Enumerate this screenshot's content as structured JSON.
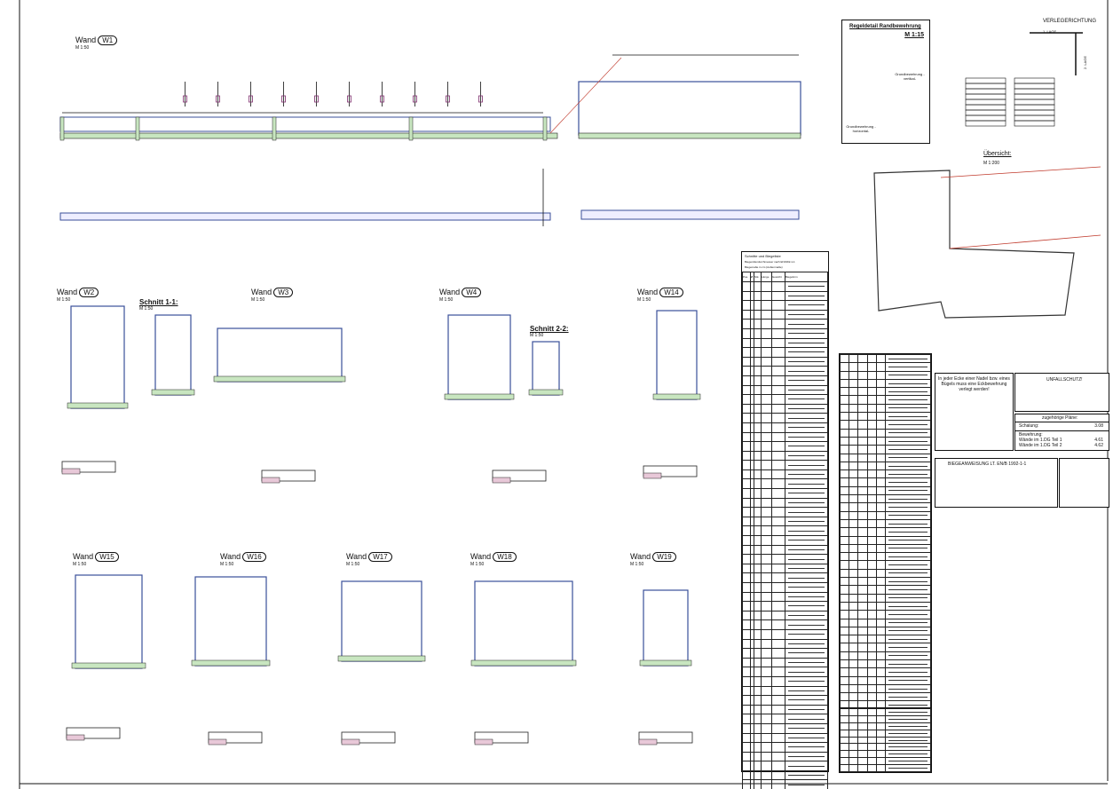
{
  "walls": [
    {
      "word": "Wand",
      "id": "W1",
      "scale": "M 1:50"
    },
    {
      "word": "Wand",
      "id": "W2",
      "scale": "M 1:50"
    },
    {
      "word": "Wand",
      "id": "W3",
      "scale": "M 1:50"
    },
    {
      "word": "Wand",
      "id": "W4",
      "scale": "M 1:50"
    },
    {
      "word": "Wand",
      "id": "W14",
      "scale": "M 1:50"
    },
    {
      "word": "Wand",
      "id": "W15",
      "scale": "M 1:50"
    },
    {
      "word": "Wand",
      "id": "W16",
      "scale": "M 1:50"
    },
    {
      "word": "Wand",
      "id": "W17",
      "scale": "M 1:50"
    },
    {
      "word": "Wand",
      "id": "W18",
      "scale": "M 1:50"
    },
    {
      "word": "Wand",
      "id": "W19",
      "scale": "M 1:50"
    }
  ],
  "sections": [
    {
      "title": "Schnitt 1-1:",
      "scale": "M 1:50"
    },
    {
      "title": "Schnitt 2-2:",
      "scale": "M 1:50"
    }
  ],
  "detail": {
    "title": "Regeldetail  Randbewehrung",
    "scale": "M 1:15",
    "vertical": "Grundbewehrung -vertikal-",
    "horizontal": "Grundbewehrung -horizontal-"
  },
  "laying": {
    "title": "VERLEGERICHTUNG",
    "first": "1. LAGE",
    "second": "2. LAGE"
  },
  "overview": {
    "title": "Übersicht:",
    "scale": "M 1:200"
  },
  "schedule": {
    "title": "Schnitte und Biegeliste",
    "subtitle": "Biegerollendurchmesser nach EN1992-1-1",
    "subtitle2": "Biegemaße in cm (Außenmaße)",
    "headers": [
      "Pos.",
      "Ø",
      "Stk.",
      "Länge",
      "Gewicht",
      "Biegeform"
    ]
  },
  "notes": {
    "corner": "In jeder Ecke einer Nadel bzw. eines Bügels muss eine Eckbewehrung verlegt werden!",
    "accident": "UNFALLSCHUTZ!",
    "plans_title": "zugehörige Pläne:",
    "plans": [
      {
        "label": "Schalung:",
        "value": "3.08"
      },
      {
        "label": "Bewehrung:",
        "value": ""
      },
      {
        "label": "Wände im 1.DG Teil 1",
        "value": "4.61"
      },
      {
        "label": "Wände im 1.DG Teil 2",
        "value": "4.62"
      }
    ],
    "bending": "BIEGEANWEISUNG LT. EN/B 1992-1-1"
  },
  "colors": {
    "concrete": "#c8e6c0",
    "rebar": "#3a4f9a",
    "tag": "#7a2a6a",
    "red": "#c0392b"
  }
}
